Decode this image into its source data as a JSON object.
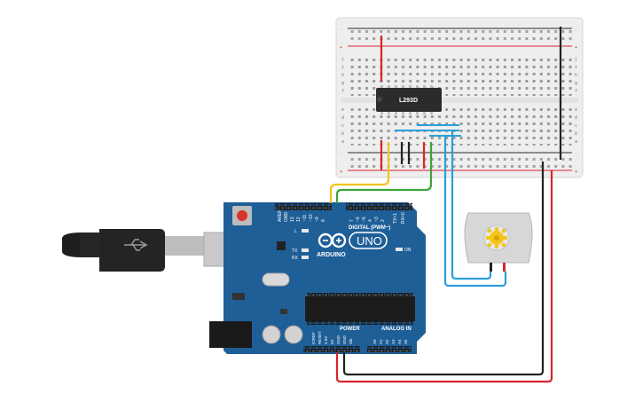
{
  "breadboard": {
    "chip_label": "L293D",
    "row_letters_top": [
      "j",
      "i",
      "h",
      "g",
      "f"
    ],
    "row_letters_bottom": [
      "e",
      "d",
      "c",
      "b",
      "a"
    ],
    "rail_plus": "+",
    "rail_minus": "-"
  },
  "arduino": {
    "brand": "ARDUINO",
    "model": "UNO",
    "digital_label": "DIGITAL (PWM~)",
    "power_label": "POWER",
    "analog_label": "ANALOG IN",
    "on_label": "ON",
    "tx_label": "TX",
    "rx_label": "RX",
    "l_label": "L",
    "aref_label": "AREF",
    "gnd_label": "GND",
    "top_pin_labels": [
      "13",
      "12",
      "~11",
      "~10",
      "~9",
      "8",
      "7",
      "~6",
      "~5",
      "4",
      "~3",
      "2",
      "TX>1",
      "RX<0"
    ],
    "power_pin_labels": [
      "IOREF",
      "RESET",
      "3.3V",
      "5V",
      "GND",
      "GND",
      "Vin"
    ],
    "analog_pin_labels": [
      "A0",
      "A1",
      "A2",
      "A3",
      "A4",
      "A5"
    ]
  },
  "colors": {
    "board_blue": "#1f5f98",
    "wire_red": "#d8262b",
    "wire_black": "#222222",
    "wire_yellow": "#f2c21a",
    "wire_green": "#3aa53a",
    "wire_blue": "#2b9fd9",
    "breadboard": "#eeeeee",
    "motor_body": "#d7d7d7",
    "motor_gear": "#f4c51a"
  },
  "icons": {
    "usb_cable": "usb-cable-icon",
    "dc_motor": "dc-motor-icon",
    "infinity_logo": "arduino-infinity-logo-icon",
    "reset_button": "reset-button-icon"
  }
}
